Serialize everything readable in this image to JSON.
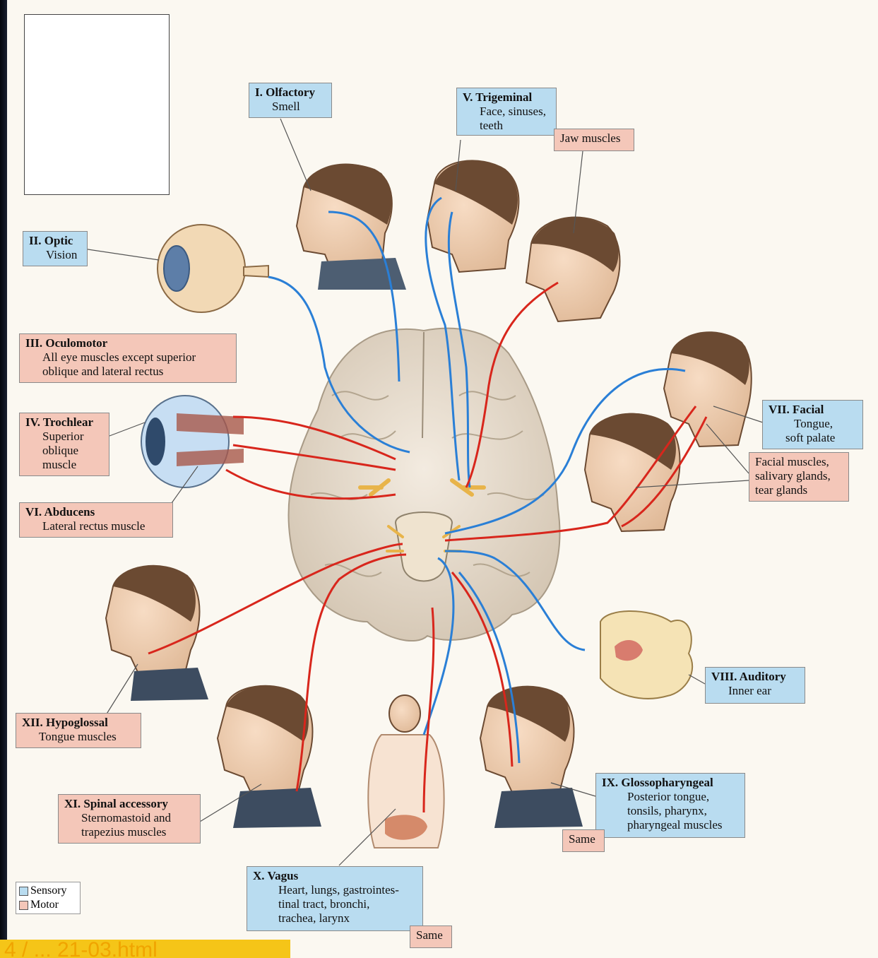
{
  "nerves": {
    "olfactory": {
      "title": "I. Olfactory",
      "desc": [
        "Smell"
      ]
    },
    "optic": {
      "title": "II. Optic",
      "desc": [
        "Vision"
      ]
    },
    "oculomotor": {
      "title": "III. Oculomotor",
      "desc": [
        "All eye muscles except superior",
        "oblique and lateral rectus"
      ]
    },
    "trochlear": {
      "title": "IV. Trochlear",
      "desc": [
        "Superior",
        "oblique",
        "muscle"
      ]
    },
    "trigeminal": {
      "title": "V. Trigeminal",
      "desc": [
        "Face, sinuses,",
        "teeth"
      ],
      "motor": "Jaw muscles"
    },
    "abducens": {
      "title": "VI. Abducens",
      "desc": [
        "Lateral rectus muscle"
      ]
    },
    "facial": {
      "title": "VII. Facial",
      "desc": [
        "Tongue,",
        "soft palate"
      ],
      "motor": [
        "Facial muscles,",
        "salivary glands,",
        "tear glands"
      ]
    },
    "auditory": {
      "title": "VIII. Auditory",
      "desc": [
        "Inner ear"
      ]
    },
    "glossopharyngeal": {
      "title": "IX. Glossopharyngeal",
      "desc": [
        "Posterior tongue,",
        "tonsils, pharynx,",
        "pharyngeal muscles"
      ],
      "motor": "Same"
    },
    "vagus": {
      "title": "X. Vagus",
      "desc": [
        "Heart, lungs, gastrointes-",
        "tinal tract, bronchi,",
        "trachea, larynx"
      ],
      "motor": "Same"
    },
    "spinal": {
      "title": "XI. Spinal accessory",
      "desc": [
        "Sternomastoid and",
        "trapezius muscles"
      ]
    },
    "hypoglossal": {
      "title": "XII. Hypoglossal",
      "desc": [
        "Tongue muscles"
      ]
    }
  },
  "legend": {
    "sensory": "Sensory",
    "motor": "Motor"
  },
  "colors": {
    "sensory": "#b9dcf0",
    "motor": "#f4c7b9",
    "sensory_line": "#2a7fd6",
    "motor_line": "#d8261c"
  },
  "watermark": "4 / ... 21-03.html"
}
